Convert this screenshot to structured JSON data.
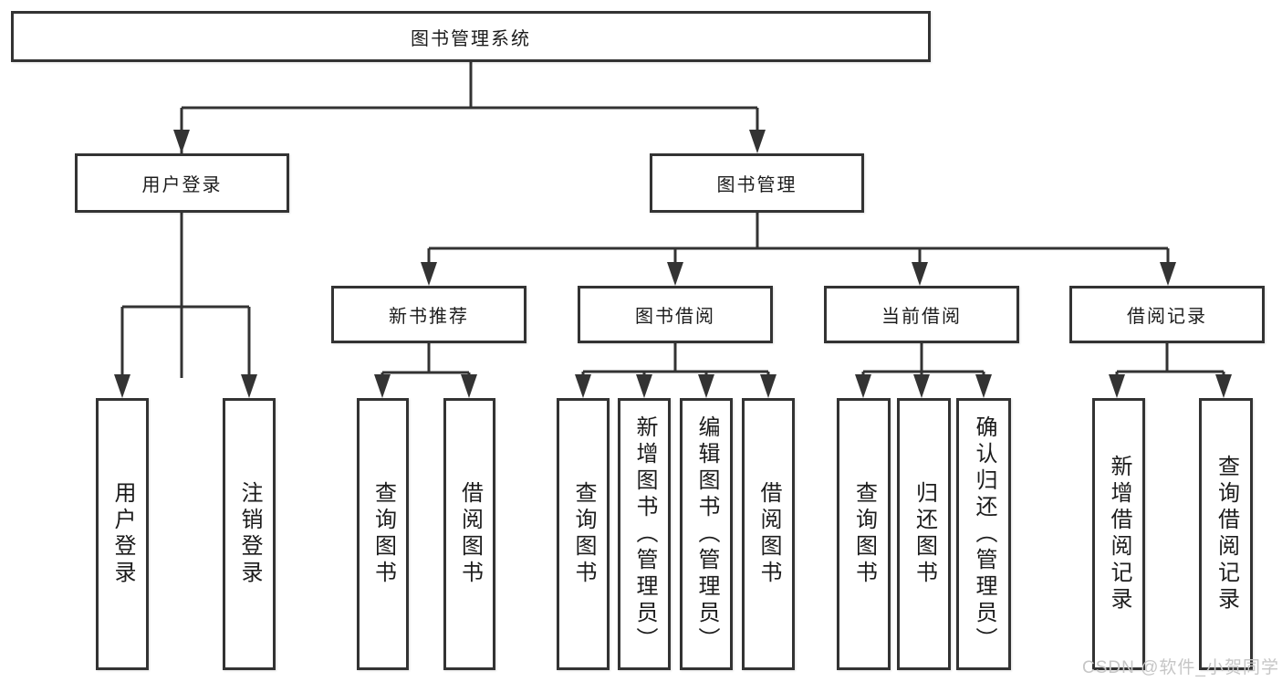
{
  "diagram": {
    "type": "hierarchy-structure-chart",
    "colors": {
      "line": "#333333",
      "box_border": "#333333",
      "box_fill": "#ffffff",
      "text": "#1c1c1c",
      "background": "#ffffff",
      "watermark": "#c6c6c6"
    },
    "tree": {
      "label": "图书管理系统",
      "children": [
        {
          "label": "用户登录",
          "children": [
            {
              "label": "用户登录"
            },
            {
              "label": "注销登录"
            }
          ]
        },
        {
          "label": "图书管理",
          "children": [
            {
              "label": "新书推荐",
              "children": [
                {
                  "label": "查询图书"
                },
                {
                  "label": "借阅图书"
                }
              ]
            },
            {
              "label": "图书借阅",
              "children": [
                {
                  "label": "查询图书"
                },
                {
                  "label": "新增图书（管理员）"
                },
                {
                  "label": "编辑图书（管理员）"
                },
                {
                  "label": "借阅图书"
                }
              ]
            },
            {
              "label": "当前借阅",
              "children": [
                {
                  "label": "查询图书"
                },
                {
                  "label": "归还图书"
                },
                {
                  "label": "确认归还（管理员）"
                }
              ]
            },
            {
              "label": "借阅记录",
              "children": [
                {
                  "label": "新增借阅记录"
                },
                {
                  "label": "查询借阅记录"
                }
              ]
            }
          ]
        }
      ]
    },
    "watermark": "CSDN @软件_小贺同学"
  }
}
